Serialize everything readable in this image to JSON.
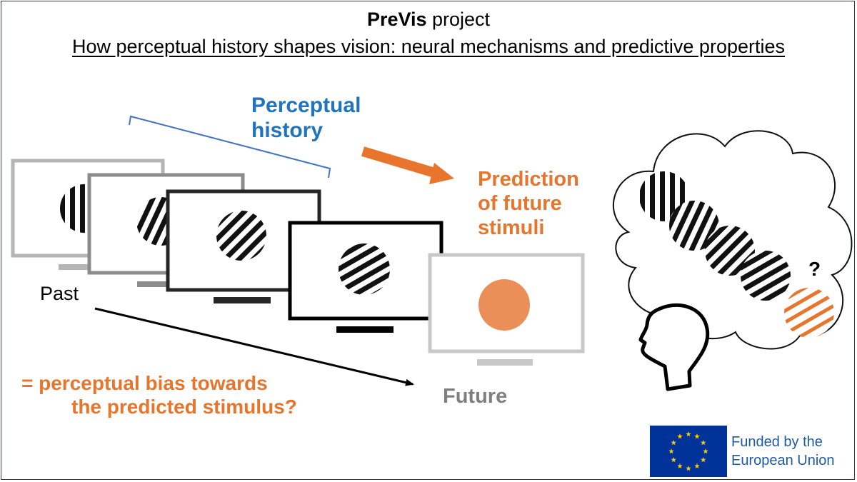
{
  "title": {
    "project_name": "PreVis",
    "project_suffix": " project",
    "subtitle": "How perceptual history shapes vision: neural mechanisms and predictive properties"
  },
  "labels": {
    "perceptual_history": [
      "Perceptual",
      "history"
    ],
    "prediction": [
      "Prediction",
      "of future",
      "stimuli"
    ],
    "past": "Past",
    "future": "Future",
    "bias": [
      "= perceptual bias towards",
      "the predicted stimulus?"
    ],
    "question_mark": "?"
  },
  "funding": {
    "text": [
      "Funded by the",
      "European Union"
    ]
  },
  "colors": {
    "blue": "#1f74bd",
    "orange": "#e8752b",
    "future_grey": "#c8c8c8",
    "eu_blue": "#003399",
    "eu_yellow": "#ffcc00"
  }
}
